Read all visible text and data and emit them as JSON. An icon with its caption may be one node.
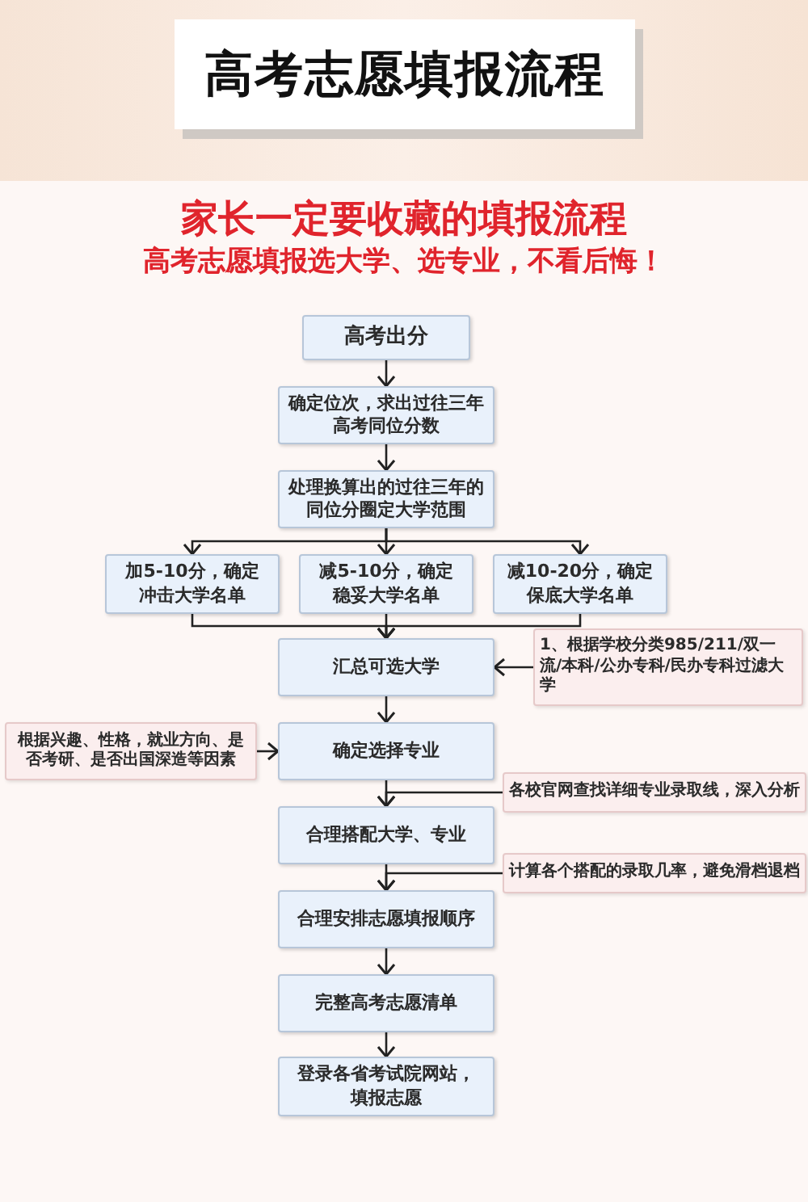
{
  "diagram": {
    "title": "高考志愿填报流程",
    "nodes": [
      {
        "text": [
          "高考出分"
        ]
      },
      {
        "text": [
          "确定位次，求出过往三年高考同位分数"
        ]
      },
      {
        "text": [
          "处理换算出的过往三年的同位分圈定大学范围"
        ]
      },
      {
        "text": [
          "加5-10分，确定冲击大学名单"
        ]
      },
      {
        "text": [
          "减5-10分，确定稳妥大学名单"
        ]
      },
      {
        "text": [
          "减10-20分，确定保底大学名单"
        ]
      },
      {
        "text": [
          "汇总可选大学"
        ]
      },
      {
        "text": [
          "1、根据学校分类985/211/双一流/本科/公办专科/民办专科过滤大学"
        ]
      },
      {
        "text": [
          "根据兴趣、性格，就业方向、是否考研、是否出国深造等因素"
        ]
      },
      {
        "text": [
          "确定选择专业"
        ]
      },
      {
        "text": [
          "各校官网查找详细专业录取线，深入分析"
        ]
      },
      {
        "text": [
          "合理搭配大学、专业"
        ]
      },
      {
        "text": [
          "计算各个搭配的录取几率，避免滑档退档"
        ]
      },
      {
        "text": [
          "合理安排志愿填报顺序"
        ]
      },
      {
        "text": [
          "完整高考志愿清单"
        ]
      },
      {
        "text": [
          "登录各省考试院网站，填报志愿"
        ]
      }
    ],
    "edges": [
      {
        "from": 0,
        "to": 1,
        "arrow": "to"
      },
      {
        "from": 1,
        "to": 2,
        "arrow": "to"
      },
      {
        "from": 2,
        "to": 3,
        "arrow": "to"
      },
      {
        "from": 2,
        "to": 4,
        "arrow": "to"
      },
      {
        "from": 2,
        "to": 5,
        "arrow": "to"
      },
      {
        "from": 3,
        "to": 6,
        "arrow": "to"
      },
      {
        "from": 4,
        "to": 6,
        "arrow": "to"
      },
      {
        "from": 5,
        "to": 6,
        "arrow": "to"
      },
      {
        "from": 7,
        "to": 6,
        "arrow": "to"
      },
      {
        "from": 6,
        "to": 9,
        "arrow": "to"
      },
      {
        "from": 8,
        "to": 9,
        "arrow": "to"
      },
      {
        "from": 9,
        "to": 11,
        "arrow": "to"
      },
      {
        "from": 10,
        "to": 11,
        "arrow": "to"
      },
      {
        "from": 11,
        "to": 13,
        "arrow": "to"
      },
      {
        "from": 12,
        "to": 13,
        "arrow": "to"
      },
      {
        "from": 13,
        "to": 14,
        "arrow": "to"
      },
      {
        "from": 14,
        "to": 15,
        "arrow": "to"
      }
    ],
    "labels": [
      "家长一定要收藏的填报流程",
      "高考志愿填报选大学、选专业，不看后悔！"
    ]
  }
}
